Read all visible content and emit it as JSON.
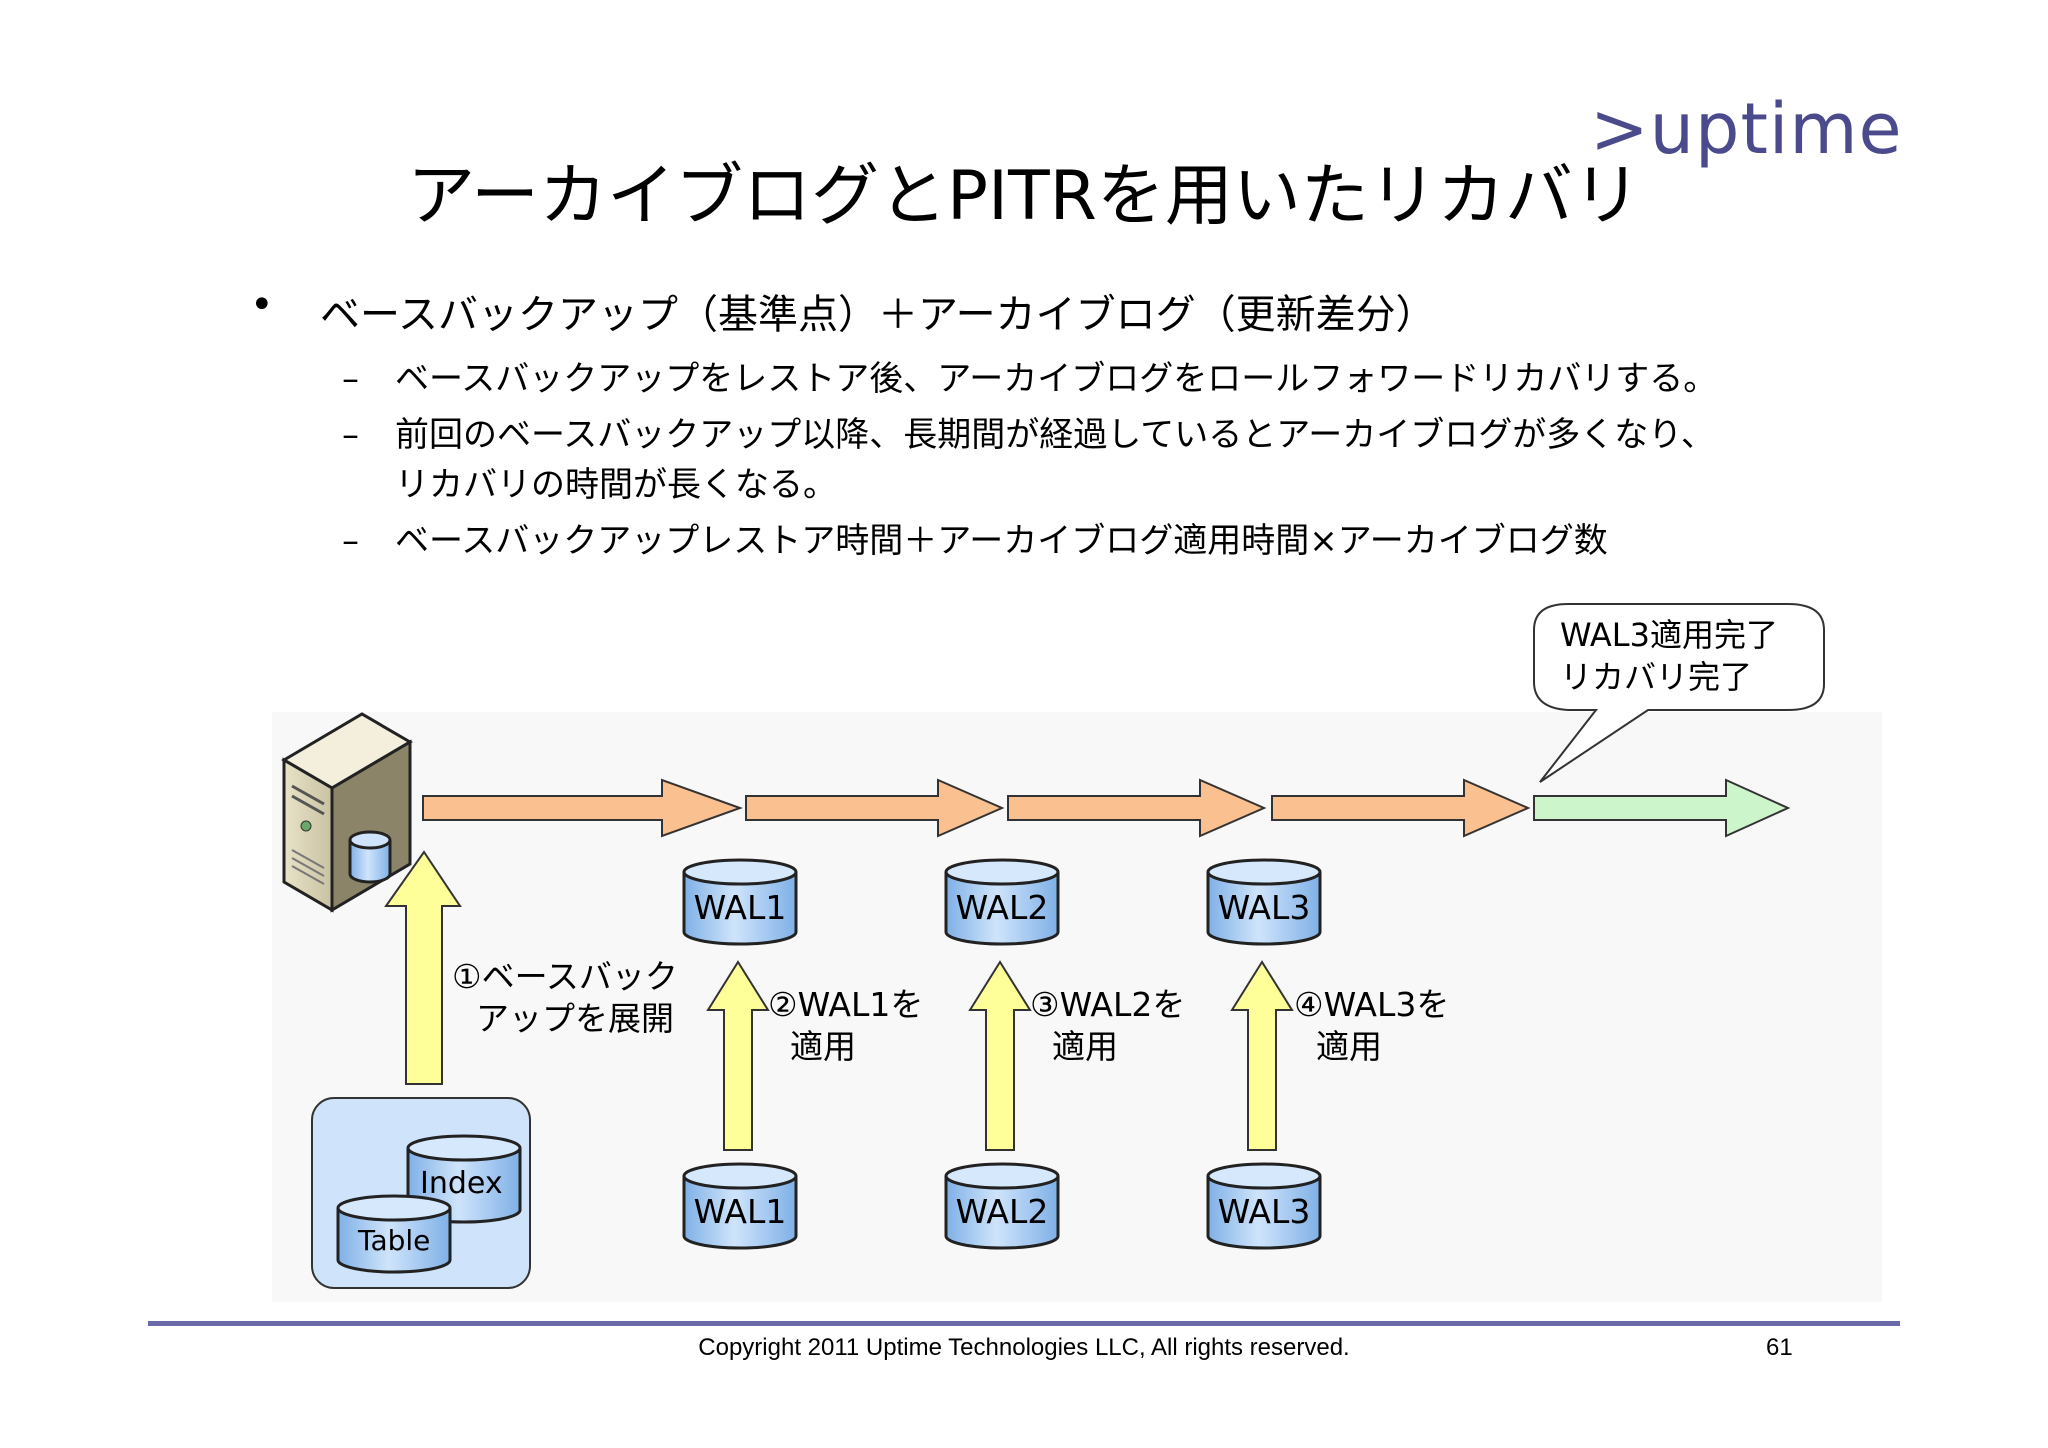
{
  "logo": ">uptime",
  "title": "アーカイブログとPITRを用いたリカバリ",
  "bullets": {
    "main": "ベースバックアップ（基準点）＋アーカイブログ（更新差分）",
    "sub": [
      "ベースバックアップをレストア後、アーカイブログをロールフォワードリカバリする。",
      "前回のベースバックアップ以降、長期間が経過しているとアーカイブログが多くなり、リカバリの時間が長くなる。",
      "ベースバックアップレストア時間＋アーカイブログ適用時間×アーカイブログ数"
    ]
  },
  "diagram": {
    "callout": {
      "line1": "WAL3適用完了",
      "line2": "リカバリ完了"
    },
    "storage": {
      "index_label": "Index",
      "table_label": "Table"
    },
    "step1": {
      "line1": "①ベースバック",
      "line2": "アップを展開"
    },
    "steps": [
      {
        "line1": "②WAL1を",
        "line2": "適用",
        "wal": "WAL1"
      },
      {
        "line1": "③WAL2を",
        "line2": "適用",
        "wal": "WAL2"
      },
      {
        "line1": "④WAL3を",
        "line2": "適用",
        "wal": "WAL3"
      }
    ],
    "colors": {
      "orange_arrow": "#fac090",
      "green_arrow": "#ccf5cc",
      "yellow_arrow": "#ffff99",
      "cylinder": "#a8ccf0",
      "storage_box": "#cfe3fb"
    }
  },
  "footer": {
    "copyright": "Copyright 2011 Uptime Technologies LLC, All rights reserved.",
    "page": "61"
  }
}
